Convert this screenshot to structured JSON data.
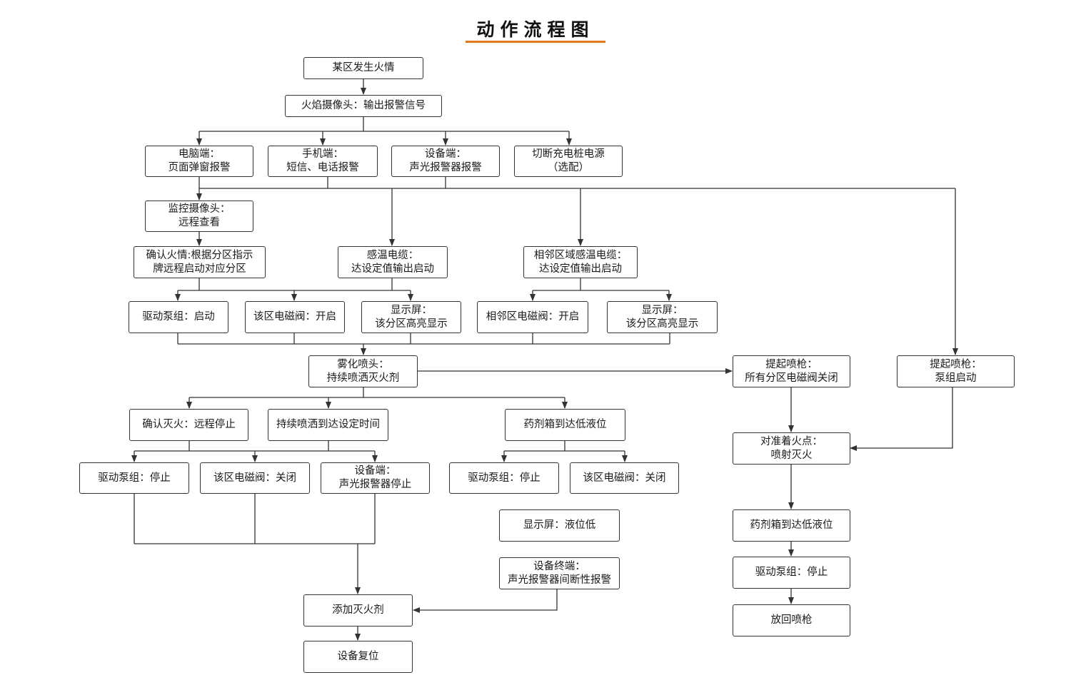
{
  "title": "动作流程图",
  "colors": {
    "accent": "#e07a20",
    "line": "#333333"
  },
  "nodes": {
    "fire_occurs": [
      "某区发生火情"
    ],
    "flame_camera": [
      "火焰摄像头：输出报警信号"
    ],
    "pc_end": [
      "电脑端：",
      "页面弹窗报警"
    ],
    "mobile_end": [
      "手机端：",
      "短信、电话报警"
    ],
    "device_end": [
      "设备端：",
      "声光报警器报警"
    ],
    "cut_power": [
      "切断充电桩电源",
      "（选配）"
    ],
    "monitor_camera": [
      "监控摄像头：",
      "远程查看"
    ],
    "confirm_fire": [
      "确认火情:根据分区指示",
      "牌远程启动对应分区"
    ],
    "temp_cable": [
      "感温电缆：",
      "达设定值输出启动"
    ],
    "adj_temp_cable": [
      "相邻区域感温电缆：",
      "达设定值输出启动"
    ],
    "pump_start": [
      "驱动泵组：启动"
    ],
    "valve_open": [
      "该区电磁阀：开启"
    ],
    "display_highlight_1": [
      "显示屏：",
      "该分区高亮显示"
    ],
    "adj_valve_open": [
      "相邻区电磁阀：开启"
    ],
    "display_highlight_2": [
      "显示屏：",
      "该分区高亮显示"
    ],
    "atomizer": [
      "雾化喷头：",
      "持续喷洒灭火剂"
    ],
    "lift_gun_1": [
      "提起喷枪：",
      "所有分区电磁阀关闭"
    ],
    "lift_gun_2": [
      "提起喷枪：",
      "泵组启动"
    ],
    "confirm_out": [
      "确认灭火：远程停止"
    ],
    "spray_time": [
      "持续喷洒到达设定时间"
    ],
    "tank_low_1": [
      "药剂箱到达低液位"
    ],
    "aim_fire": [
      "对准着火点：",
      "喷射灭火"
    ],
    "pump_stop_1": [
      "驱动泵组：停止"
    ],
    "valve_close_1": [
      "该区电磁阀：关闭"
    ],
    "device_alarm_stop": [
      "设备端：",
      "声光报警器停止"
    ],
    "pump_stop_2": [
      "驱动泵组：停止"
    ],
    "valve_close_2": [
      "该区电磁阀：关闭"
    ],
    "display_low": [
      "显示屏：液位低"
    ],
    "device_terminal": [
      "设备终端：",
      "声光报警器间断性报警"
    ],
    "tank_low_2": [
      "药剂箱到达低液位"
    ],
    "pump_stop_3": [
      "驱动泵组：停止"
    ],
    "return_gun": [
      "放回喷枪"
    ],
    "add_agent": [
      "添加灭火剂"
    ],
    "device_reset": [
      "设备复位"
    ]
  }
}
